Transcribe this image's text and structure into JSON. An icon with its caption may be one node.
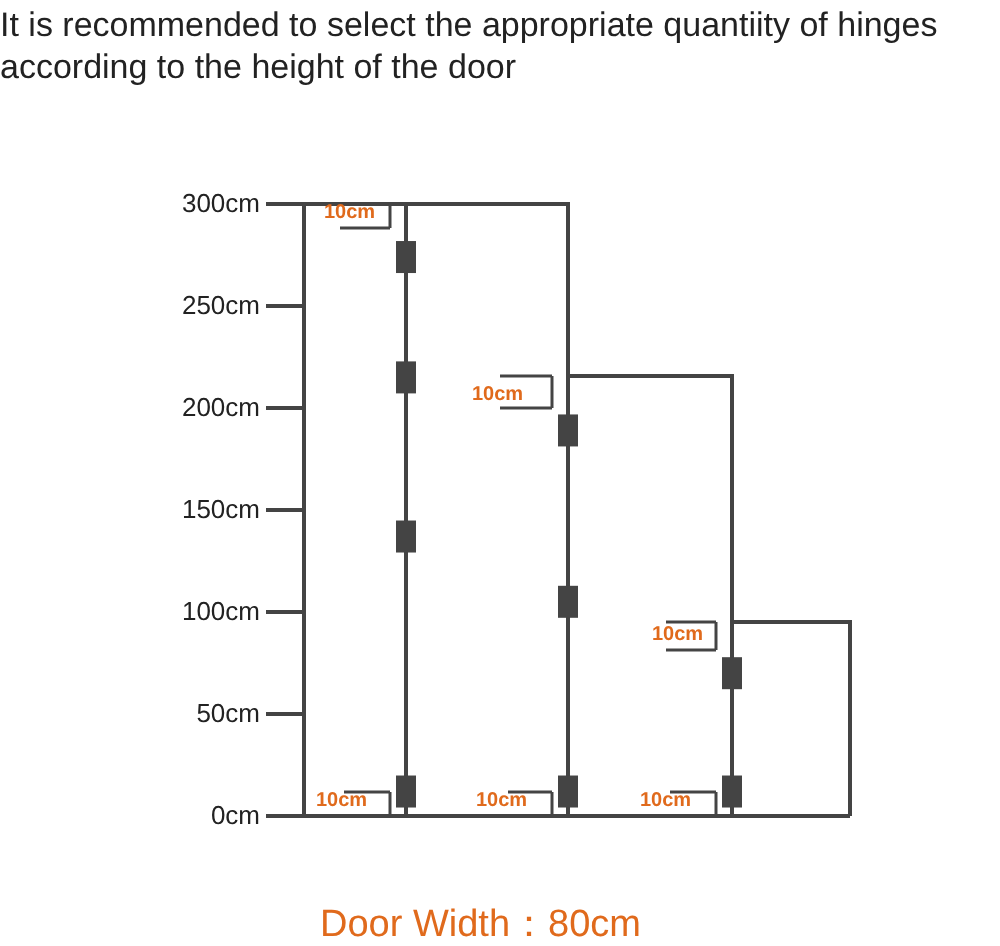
{
  "diagram": {
    "title": "It is recommended to select the appropriate quantiity of hinges according to the height of the door",
    "caption": "Door Width：80cm",
    "labels": [
      "300cm",
      "250cm",
      "200cm",
      "150cm",
      "100cm",
      "50cm",
      "0cm",
      "10cm",
      "10cm",
      "10cm",
      "10cm",
      "10cm",
      "10cm"
    ]
  }
}
